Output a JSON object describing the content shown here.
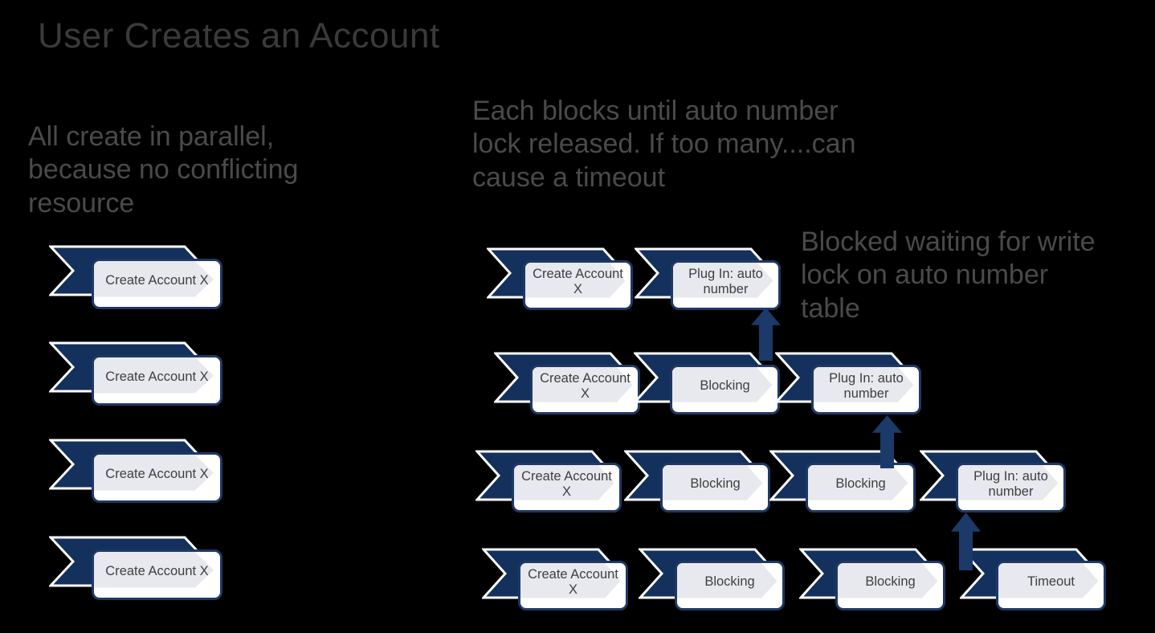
{
  "slide": {
    "title": "User Creates an Account",
    "notes": {
      "parallel": "All create in parallel,\nbecause no conflicting\nresource",
      "blocking": "Each blocks until auto number\nlock released. If too many....can\ncause a timeout",
      "blocked_lock": "Blocked waiting for write\nlock on auto number\ntable"
    },
    "left_column": {
      "steps": [
        {
          "label": "Create Account X"
        },
        {
          "label": "Create Account X"
        },
        {
          "label": "Create Account X"
        },
        {
          "label": "Create Account X"
        }
      ]
    },
    "right_rows": [
      {
        "steps": [
          {
            "label": "Create Account X"
          },
          {
            "label": "Plug In: auto number"
          }
        ]
      },
      {
        "steps": [
          {
            "label": "Create Account X"
          },
          {
            "label": "Blocking"
          },
          {
            "label": "Plug In: auto number"
          }
        ]
      },
      {
        "steps": [
          {
            "label": "Create Account X"
          },
          {
            "label": "Blocking"
          },
          {
            "label": "Blocking"
          },
          {
            "label": "Plug In: auto number"
          }
        ]
      },
      {
        "steps": [
          {
            "label": "Create Account X"
          },
          {
            "label": "Blocking"
          },
          {
            "label": "Blocking"
          },
          {
            "label": "Timeout"
          }
        ]
      }
    ],
    "arrows": [
      {
        "name": "blocked-wait-arrow-row2-to-row1"
      },
      {
        "name": "blocked-wait-arrow-row3-to-row2"
      },
      {
        "name": "blocked-wait-arrow-row4-to-row3"
      }
    ],
    "colors": {
      "background": "#000000",
      "chevron_fill": "#14305C",
      "chevron_outline": "#FFFFFF",
      "box_fill": "#FFFFFF",
      "box_border": "#1F3864",
      "box_inner_chevron": "#E7E9EE",
      "label_text": "#3F3F3F",
      "note_text": "#4A4A4A",
      "title_text": "#3A3A3A",
      "arrow_fill": "#1B3A69"
    }
  }
}
